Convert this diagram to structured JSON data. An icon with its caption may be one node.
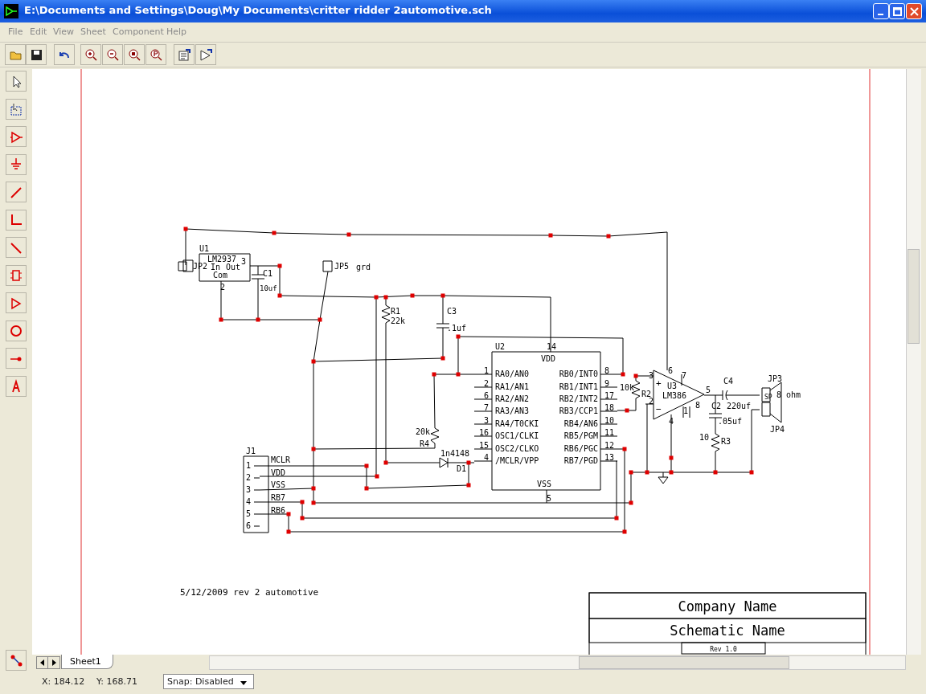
{
  "diagram": {
    "title": "E:\\Documents and Settings\\Doug\\My Documents\\critter ridder 2automotive.sch",
    "nodes": [
      {
        "text": [
          "Company Name"
        ]
      },
      {
        "text": [
          "Schematic Name"
        ]
      },
      {
        "text": [
          "Rev 1.0"
        ]
      }
    ],
    "labels": [
      "File",
      "Edit",
      "View",
      "Sheet",
      "Component",
      "Help",
      "U1",
      "LM2937",
      "3",
      "JP2",
      "In",
      "Out",
      "JP5",
      "grd",
      "Com",
      "C1",
      "2",
      "10uf",
      "R1",
      "C3",
      "22k",
      ".1uf",
      "U2",
      "14",
      "VDD",
      "1",
      "RA0/AN0",
      "RB0/INT0",
      "8",
      "3",
      "6",
      "7",
      "C4",
      "JP3",
      "2",
      "RA1/AN1",
      "RB1/INT1",
      "9",
      "10k",
      "+",
      "U3",
      "5",
      "6",
      "RA2/AN2",
      "RB2/INT2",
      "17",
      "R2",
      "LM386",
      "SP",
      "8 ohm",
      "7",
      "RA3/AN3",
      "RB3/CCP1",
      "18",
      "2",
      "−",
      "1",
      "8",
      "C2",
      "220uf",
      "3",
      "RA4/T0CKI",
      "RB4/AN6",
      "10",
      "4",
      ".05uf",
      "20k",
      "16",
      "OSC1/CLKI",
      "RB5/PGM",
      "11",
      "JP4",
      "R4",
      "10",
      "R3",
      "15",
      "OSC2/CLKO",
      "RB6/PGC",
      "12",
      "J1",
      "1n4148",
      "MCLR",
      "4",
      "/MCLR/VPP",
      "RB7/PGD",
      "13",
      "1",
      "D1",
      "2",
      "VDD",
      "3",
      "VSS",
      "VSS",
      "4",
      "RB7",
      "5",
      "5",
      "RB6",
      "6",
      "5/12/2009 rev 2 automotive",
      "Sheet1",
      "X: 184.12",
      "Y: 168.71",
      "Snap: Disabled"
    ]
  }
}
